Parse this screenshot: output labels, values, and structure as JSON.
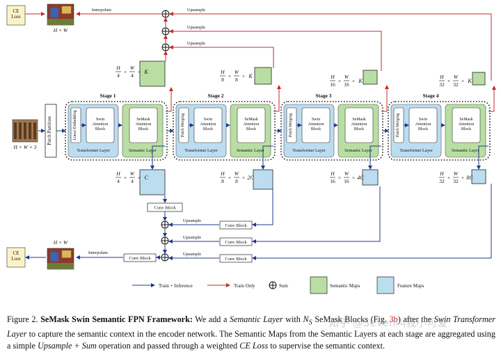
{
  "top": {
    "ce_loss": "CE\nLoss",
    "image_size": "H × W",
    "interpolate": "Interpolate",
    "upsample_labels": [
      "Upsample",
      "Upsample",
      "Upsample"
    ]
  },
  "input": {
    "size": "H × W × 3"
  },
  "patch_partition": "Patch Partition",
  "stages": [
    {
      "title": "Stage 1",
      "first_block": "Linear Embedding",
      "attn": "Swin\nAttention\nBlock",
      "semask": "SeMask\nAttention\nBlock",
      "transformer": "Transformer Layer",
      "semantic": "Semantic Layer",
      "sem_dim": [
        "H",
        "4",
        "W",
        "4",
        "K"
      ],
      "feat_dim": [
        "H",
        "4",
        "W",
        "4",
        "C"
      ]
    },
    {
      "title": "Stage 2",
      "first_block": "Patch Merging",
      "attn": "Swin\nAttention\nBlock",
      "semask": "SeMask\nAttention\nBlock",
      "transformer": "Transformer Layer",
      "semantic": "Semantic Layer",
      "sem_dim": [
        "H",
        "8",
        "W",
        "8",
        "K"
      ],
      "feat_dim": [
        "H",
        "8",
        "W",
        "8",
        "2C"
      ]
    },
    {
      "title": "Stage 3",
      "first_block": "Patch Merging",
      "attn": "Swin\nAttention\nBlock",
      "semask": "SeMask\nAttention\nBlock",
      "transformer": "Transformer Layer",
      "semantic": "Semantic Layer",
      "sem_dim": [
        "H",
        "16",
        "W",
        "16",
        "K"
      ],
      "feat_dim": [
        "H",
        "16",
        "W",
        "16",
        "4C"
      ]
    },
    {
      "title": "Stage 4",
      "first_block": "Patch Merging",
      "attn": "Swin\nAttention\nBlock",
      "semask": "SeMask\nAttention\nBlock",
      "transformer": "Transformer Layer",
      "semantic": "Semantic Layer",
      "sem_dim": [
        "H",
        "32",
        "W",
        "32",
        "K"
      ],
      "feat_dim": [
        "H",
        "32",
        "W",
        "32",
        "8C"
      ]
    }
  ],
  "bottom": {
    "conv_block": "Conv Block",
    "upsample": "Upsample",
    "interpolate": "Interpolate",
    "ce_loss": "CE\nLoss",
    "image_size": "H × W"
  },
  "legend": {
    "train_inference": "Train + Inference",
    "train_only": "Train Only",
    "sum": "Sum",
    "semantic_maps": "Semantic Maps",
    "feature_maps": "Feature Maps"
  },
  "caption": {
    "prefix": "Figure 2.",
    "title": "SeMask Swin Semantic FPN Framework:",
    "t1": " We add a ",
    "semantic_layer": "Semantic Layer",
    "t2": " with ",
    "ns": "N",
    "ns_sub": "S",
    "t3": " SeMask Blocks (Fig. ",
    "fig_ref": "3b",
    "t4": ") after the ",
    "swin_tl": "Swin Transformer Layer",
    "t5": " to capture the semantic context in the encoder network. The Semantic Maps from the Semantic Layers at each stage are aggregated using a simple ",
    "upsum": "Upsample + Sum",
    "t6": " operation and passed through a weighted ",
    "ce": "CE Loss",
    "t7": " to supervise the semantic context."
  },
  "watermark": "知乎 @SeVen叫我小可爱",
  "colors": {
    "semantic_green": "#b9dea3",
    "feature_blue": "#bcdcf0",
    "ce_yellow": "#fbf3c8",
    "train_only_red": "#c62828",
    "train_inference_blue": "#1f3a8a"
  }
}
